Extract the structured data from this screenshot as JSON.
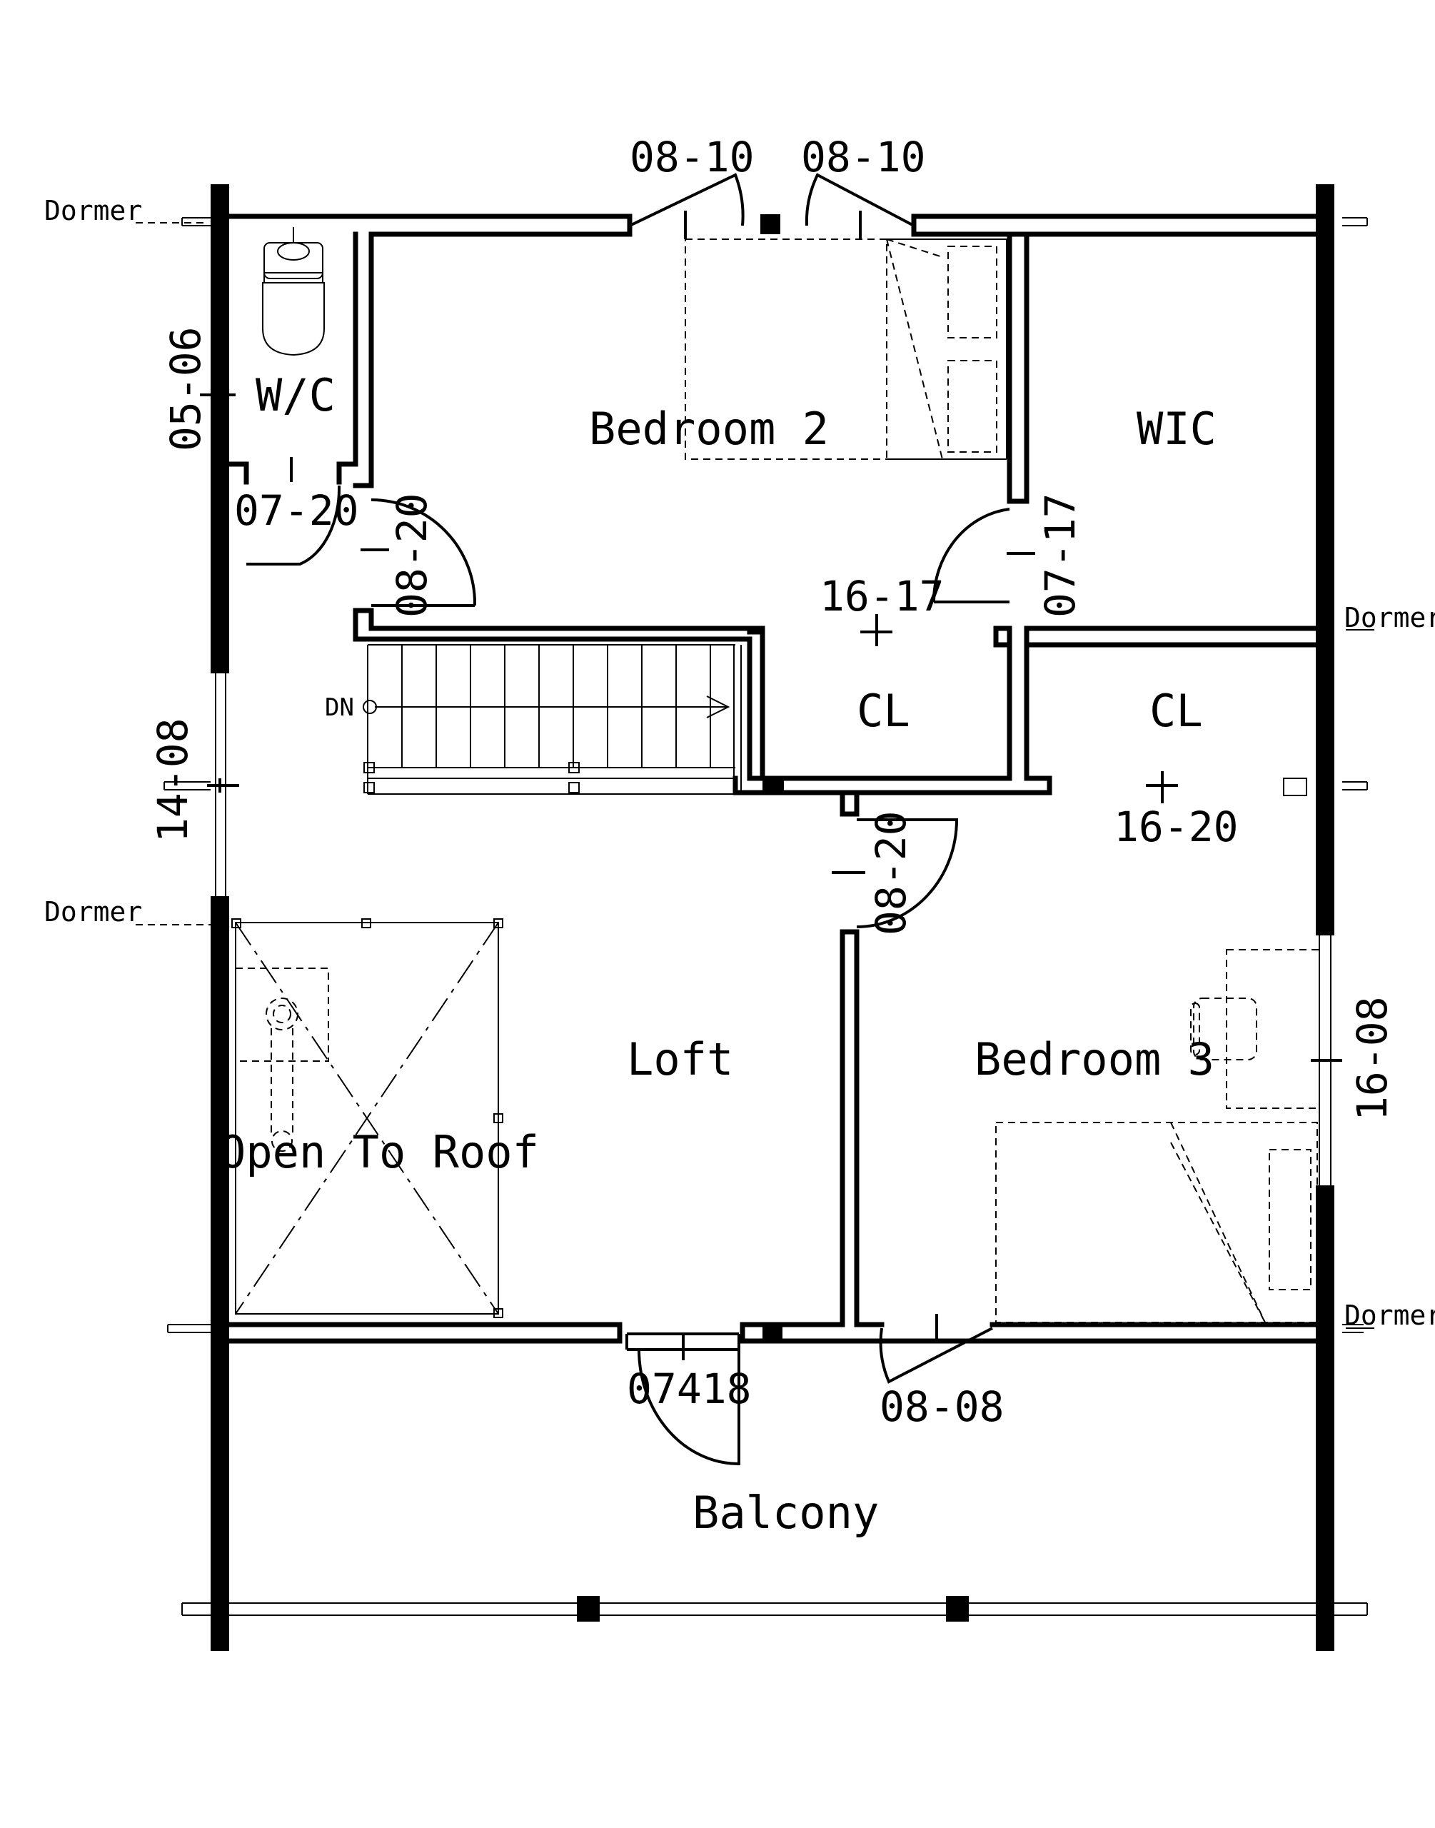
{
  "rooms": {
    "wc": "W/C",
    "bedroom2": "Bedroom 2",
    "wic": "WIC",
    "cl_left": "CL",
    "cl_right": "CL",
    "loft": "Loft",
    "bedroom3": "Bedroom 3",
    "open_to_roof": "Open To Roof",
    "balcony": "Balcony"
  },
  "door_window_codes": {
    "top_left": "08-10",
    "top_right": "08-10",
    "wc_window": "05-06",
    "wc_door": "07-20",
    "bed2_door": "08-20",
    "closet_door_top": "16-17",
    "wic_door": "07-17",
    "closet_door_right": "16-20",
    "left_window": "14-08",
    "loft_door": "08-20",
    "bed3_window": "16-08",
    "balcony_door": "07418",
    "bed3_bottom": "08-08"
  },
  "notes": {
    "dormer_top_left": "Dormer",
    "dormer_right_upper": "Dormer",
    "dormer_left_mid": "Dormer",
    "dormer_right_lower": "Dormer",
    "stair_down": "DN"
  },
  "colors": {
    "ink": "#000000",
    "paper": "#ffffff"
  }
}
